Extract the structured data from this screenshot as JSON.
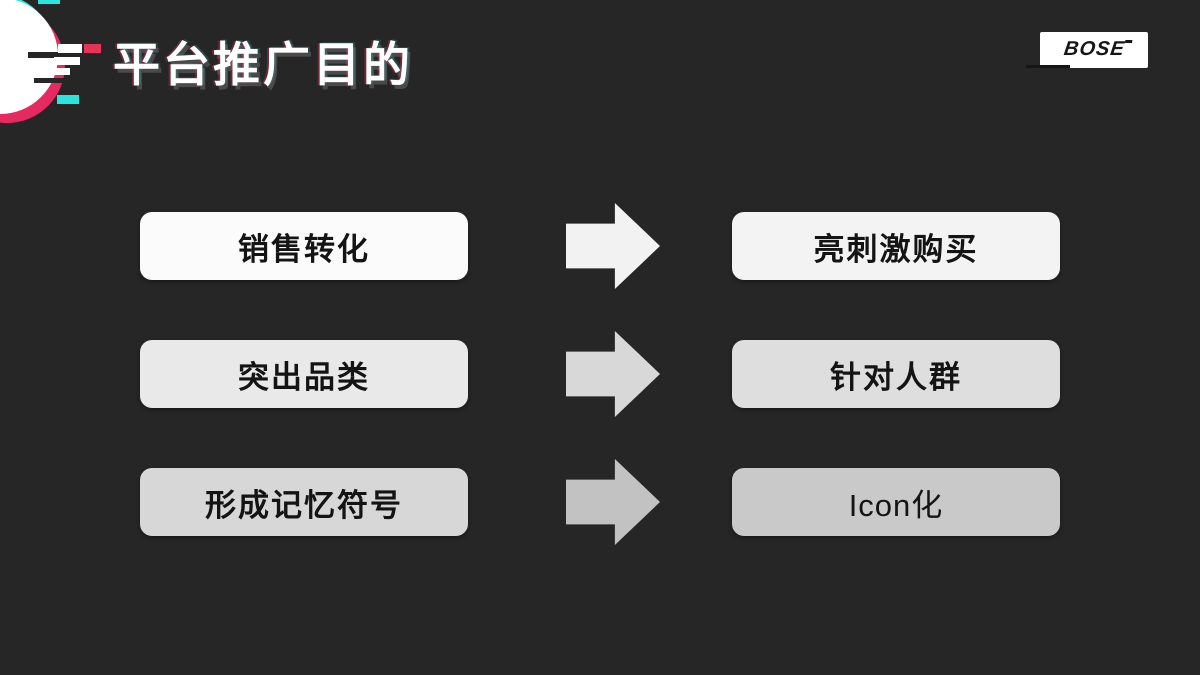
{
  "header": {
    "title": "平台推广目的",
    "brand": "BOSE"
  },
  "diagram": {
    "rows": [
      {
        "source": "销售转化",
        "target": "亮刺激购买"
      },
      {
        "source": "突出品类",
        "target": "针对人群"
      },
      {
        "source": "形成记忆符号",
        "target": "Icon化"
      }
    ]
  },
  "colors": {
    "background": "#262626",
    "accent_pink": "#EE1D52",
    "accent_cyan": "#25F4EE",
    "title_text": "#ffffff",
    "title_shadow": "#4a4a4a",
    "node_text": "#141414",
    "row_left_fills": [
      "#fbfbfb",
      "#e9e9e9",
      "#d7d7d7"
    ],
    "row_right_fills": [
      "#f3f3f3",
      "#dedede",
      "#c9c9c9"
    ],
    "arrow_fills": [
      "#f2f2f2",
      "#d8d8d8",
      "#c2c2c2"
    ]
  }
}
